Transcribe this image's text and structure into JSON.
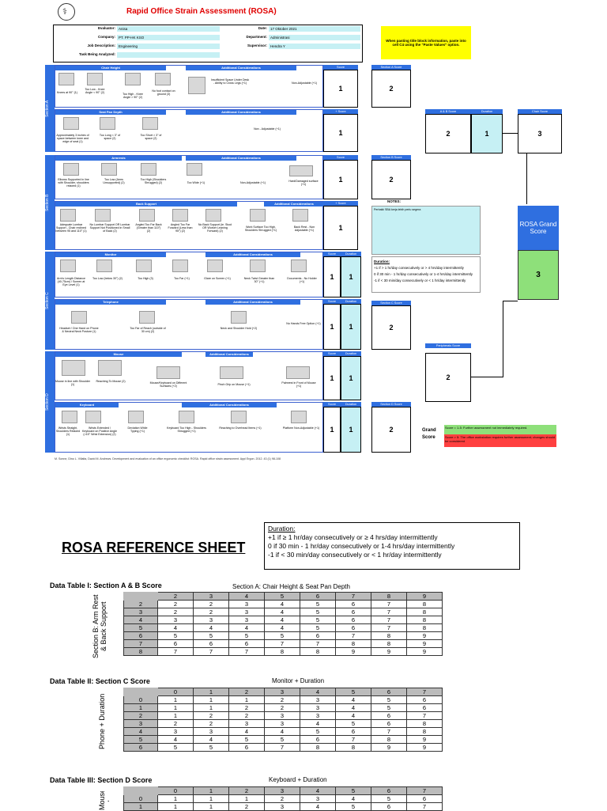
{
  "header": {
    "title": "Rapid Office Strain Assessment (ROSA)",
    "fields": [
      {
        "label": "Evaluator:",
        "value": "Anisa"
      },
      {
        "label": "Company:",
        "value": "PT. PP-HK KSO"
      },
      {
        "label": "Job Description:",
        "value": "Engineering"
      },
      {
        "label": "Task Being Analyzed:",
        "value": ""
      }
    ],
    "fields_right": [
      {
        "label": "Date:",
        "value": "17 Oktober 2021"
      },
      {
        "label": "Department:",
        "value": "Administrasi"
      },
      {
        "label": "Supervisor:",
        "value": "Hendra Y"
      }
    ],
    "note": "When pasting title block information, paste into cell C4 using the \"Paste Values\" option."
  },
  "sections": {
    "a": "Section A",
    "b": "Section B",
    "c": "Section C",
    "d": "Section D"
  },
  "panels": {
    "chair_height": {
      "title": "Chair Height",
      "additional": "Additional Considerations",
      "items": [
        "Knees at 90° (1)",
        "Too Low - Knee Angle < 90° (2)",
        "Too High - Knee Angle > 90° (2)",
        "No foot contact on ground (3)"
      ],
      "extras": [
        "Insufficient Space Under Desk - Ability to Cross Legs (+1)",
        "Non-Adjustable (+1)"
      ],
      "score_label": "Score",
      "score": "1"
    },
    "seat_pan": {
      "title": "Seat Pan Depth",
      "additional": "Additional Considerations",
      "items": [
        "Approximately 3 inches of space between knee and edge of seat (1)",
        "Too Long < 3\" of space (2)",
        "Too Short > 3\" of space (2)"
      ],
      "extras": [
        "Non - Adjustable (+1)"
      ],
      "score_label": "+ Score",
      "score": "1"
    },
    "armrests": {
      "title": "Armrests",
      "additional": "Additional Considerations",
      "items": [
        "Elbows Supported in line with Shoulder, shoulders relaxed (1)",
        "Too Low (Arms Unsupported) (2)",
        "Too High (Shoulders Shrugged) (2)"
      ],
      "extras": [
        "Too Wide (+1)",
        "Non-Adjustable (+1)",
        "Hard/Damaged surface (+1)"
      ],
      "score_label": "Score",
      "score": "1"
    },
    "back_support": {
      "title": "Back Support",
      "additional": "Additional Considerations",
      "items": [
        "Adequate Lumbar Support - Chair reclined between 95 and 110° (1)",
        "No Lumbar Support OR Lumbar Support Not Positioned in Small of Back (2)",
        "Angled Too Far Back (Greater than 110°) (2)",
        "Angled Too Far Forward (Less than 95°) (2)",
        "No Back Support (ie. Stool OR Worker Leaning Forward) (2)"
      ],
      "extras": [
        "Work Surface Too High, Shoulders Shrugged (+1)",
        "Back Rest - Non Adjustable (+1)"
      ],
      "score_label": "+ Score",
      "score": "1"
    },
    "monitor": {
      "title": "Monitor",
      "additional": "Additional Considerations",
      "items": [
        "Arm's Length Distance (40-75cm) / Screen at Eye Level (1)",
        "Too Low (below 30°) (2)",
        "Too High (3)",
        "Too Far (+1)"
      ],
      "extras": [
        "Glare on Screen (+1)",
        "Neck Twist Greater than 30° (+1)",
        "Documents - No Holder (+1)"
      ],
      "score_label": "Score",
      "duration_label": "Duration",
      "score": "1",
      "duration": "1"
    },
    "telephone": {
      "title": "Telephone",
      "additional": "Additional Considerations",
      "items": [
        "Headset / One Hand on Phone & Neutral Neck Posture (1)",
        "Too Far of Reach (outside of 30 cm) (2)"
      ],
      "extras": [
        "Neck and Shoulder Hold (+2)",
        "No Hands Free Option (+1)"
      ],
      "score_label": "Score",
      "duration_label": "Duration",
      "score": "1",
      "duration": "1"
    },
    "mouse": {
      "title": "Mouse",
      "additional": "Additional Considerations",
      "items": [
        "Mouse in line with Shoulder (1)",
        "Reaching To Mouse (2)"
      ],
      "extras": [
        "Mouse/Keyboard on Different Surfaces (+2)",
        "Pinch Grip on Mouse (+1)",
        "Palmrest in Front of Mouse (+1)"
      ],
      "score_label": "Score",
      "duration_label": "Duration",
      "score": "1",
      "duration": "1"
    },
    "keyboard": {
      "title": "Keyboard",
      "additional": "Additional Considerations",
      "items": [
        "Wrists Straight, Shoulders Relaxed (1)",
        "Wrists Extended / Keyboard on Positive Angle (>15° Wrist Extension) (2)"
      ],
      "extras": [
        "Deviation While Typing (+1)",
        "Keyboard Too High - Shoulders Shrugged (+1)",
        "Reaching to Overhead Items (+1)",
        "Platform Non-Adjustable (+1)"
      ],
      "score_label": "Score",
      "duration_label": "Duration",
      "score": "1",
      "duration": "1"
    }
  },
  "section_scores": {
    "a_label": "Section A Score",
    "a": "2",
    "b_label": "Section B Score",
    "b": "2",
    "c_label": "Section C Score",
    "c": "2",
    "d_label": "Section D Score",
    "d": "2",
    "ab_label": "A & B Score",
    "ab": "2",
    "duration_label": "Duration",
    "duration": "1",
    "chair_label": "Chair Score",
    "chair": "3",
    "peripherals_label": "Peripherals Score",
    "peripherals": "2"
  },
  "notes": {
    "label": "NOTES:",
    "text": "Perbaiki SBA kerja lebih perlu segera"
  },
  "duration_box": {
    "title": "Duration:",
    "lines": [
      "+1 if > 1 hr/day consecutively or > 4 hrs/day intermittently",
      "0 if 30 min - 1 hr/day consecutively or 1-4 hrs/day intermittently",
      "-1 if < 30 min/day consecutively or < 1 hr/day intermittently"
    ]
  },
  "grand": {
    "label": "ROSA Grand Score",
    "value": "3",
    "legend_label": "Grand Score",
    "green": "Score = 1-5: Further assessment not immediately required.",
    "red": "Score > 5: The office workstation requires further assessment; changes should be considered"
  },
  "footer": "M. Sonne, Dino L. Villalta, David M. Andrews. Development and evaluation of an office ergonomic checklist: ROSA. Rapid office strain assessment. Appl Ergon. 2012. 43 (1) 98-108",
  "reference": {
    "title": "ROSA REFERENCE SHEET",
    "duration_title": "Duration:",
    "duration_lines": [
      "+1 if ≥ 1 hr/day consecutively or ≥ 4 hrs/day intermittently",
      "0 if 30 min - 1 hr/day consecutively or 1-4 hrs/day intermittently",
      "-1 if < 30 min/day consecutively or < 1 hr/day intermittently"
    ],
    "table1": {
      "title": "Data Table I: Section A & B Score",
      "col_caption": "Section A: Chair Height & Seat Pan Depth",
      "row_caption": "Section B: Arm Rest & Back Support",
      "cols": [
        "2",
        "3",
        "4",
        "5",
        "6",
        "7",
        "8",
        "9"
      ],
      "rows": [
        {
          "h": "2",
          "v": [
            "2",
            "2",
            "3",
            "4",
            "5",
            "6",
            "7",
            "8"
          ]
        },
        {
          "h": "3",
          "v": [
            "2",
            "2",
            "3",
            "4",
            "5",
            "6",
            "7",
            "8"
          ]
        },
        {
          "h": "4",
          "v": [
            "3",
            "3",
            "3",
            "4",
            "5",
            "6",
            "7",
            "8"
          ]
        },
        {
          "h": "5",
          "v": [
            "4",
            "4",
            "4",
            "4",
            "5",
            "6",
            "7",
            "8"
          ]
        },
        {
          "h": "6",
          "v": [
            "5",
            "5",
            "5",
            "5",
            "6",
            "7",
            "8",
            "9"
          ]
        },
        {
          "h": "7",
          "v": [
            "6",
            "6",
            "6",
            "7",
            "7",
            "8",
            "8",
            "9"
          ]
        },
        {
          "h": "8",
          "v": [
            "7",
            "7",
            "7",
            "8",
            "8",
            "9",
            "9",
            "9"
          ]
        }
      ]
    },
    "table2": {
      "title": "Data Table II: Section C Score",
      "col_caption": "Monitor + Duration",
      "row_caption": "Phone + Duration",
      "cols": [
        "0",
        "1",
        "2",
        "3",
        "4",
        "5",
        "6",
        "7"
      ],
      "rows": [
        {
          "h": "0",
          "v": [
            "1",
            "1",
            "1",
            "2",
            "3",
            "4",
            "5",
            "6"
          ]
        },
        {
          "h": "1",
          "v": [
            "1",
            "1",
            "2",
            "2",
            "3",
            "4",
            "5",
            "6"
          ]
        },
        {
          "h": "2",
          "v": [
            "1",
            "2",
            "2",
            "3",
            "3",
            "4",
            "6",
            "7"
          ]
        },
        {
          "h": "3",
          "v": [
            "2",
            "2",
            "3",
            "3",
            "4",
            "5",
            "6",
            "8"
          ]
        },
        {
          "h": "4",
          "v": [
            "3",
            "3",
            "4",
            "4",
            "5",
            "6",
            "7",
            "8"
          ]
        },
        {
          "h": "5",
          "v": [
            "4",
            "4",
            "5",
            "5",
            "6",
            "7",
            "8",
            "9"
          ]
        },
        {
          "h": "6",
          "v": [
            "5",
            "5",
            "6",
            "7",
            "8",
            "8",
            "9",
            "9"
          ]
        }
      ]
    },
    "table3": {
      "title": "Data Table III: Section D Score",
      "col_caption": "Keyboard + Duration",
      "row_caption": "Mouse + Duration",
      "cols": [
        "0",
        "1",
        "2",
        "3",
        "4",
        "5",
        "6",
        "7"
      ],
      "rows": [
        {
          "h": "0",
          "v": [
            "1",
            "1",
            "1",
            "2",
            "3",
            "4",
            "5",
            "6"
          ]
        },
        {
          "h": "1",
          "v": [
            "1",
            "1",
            "2",
            "3",
            "4",
            "5",
            "6",
            "7"
          ]
        }
      ]
    }
  }
}
